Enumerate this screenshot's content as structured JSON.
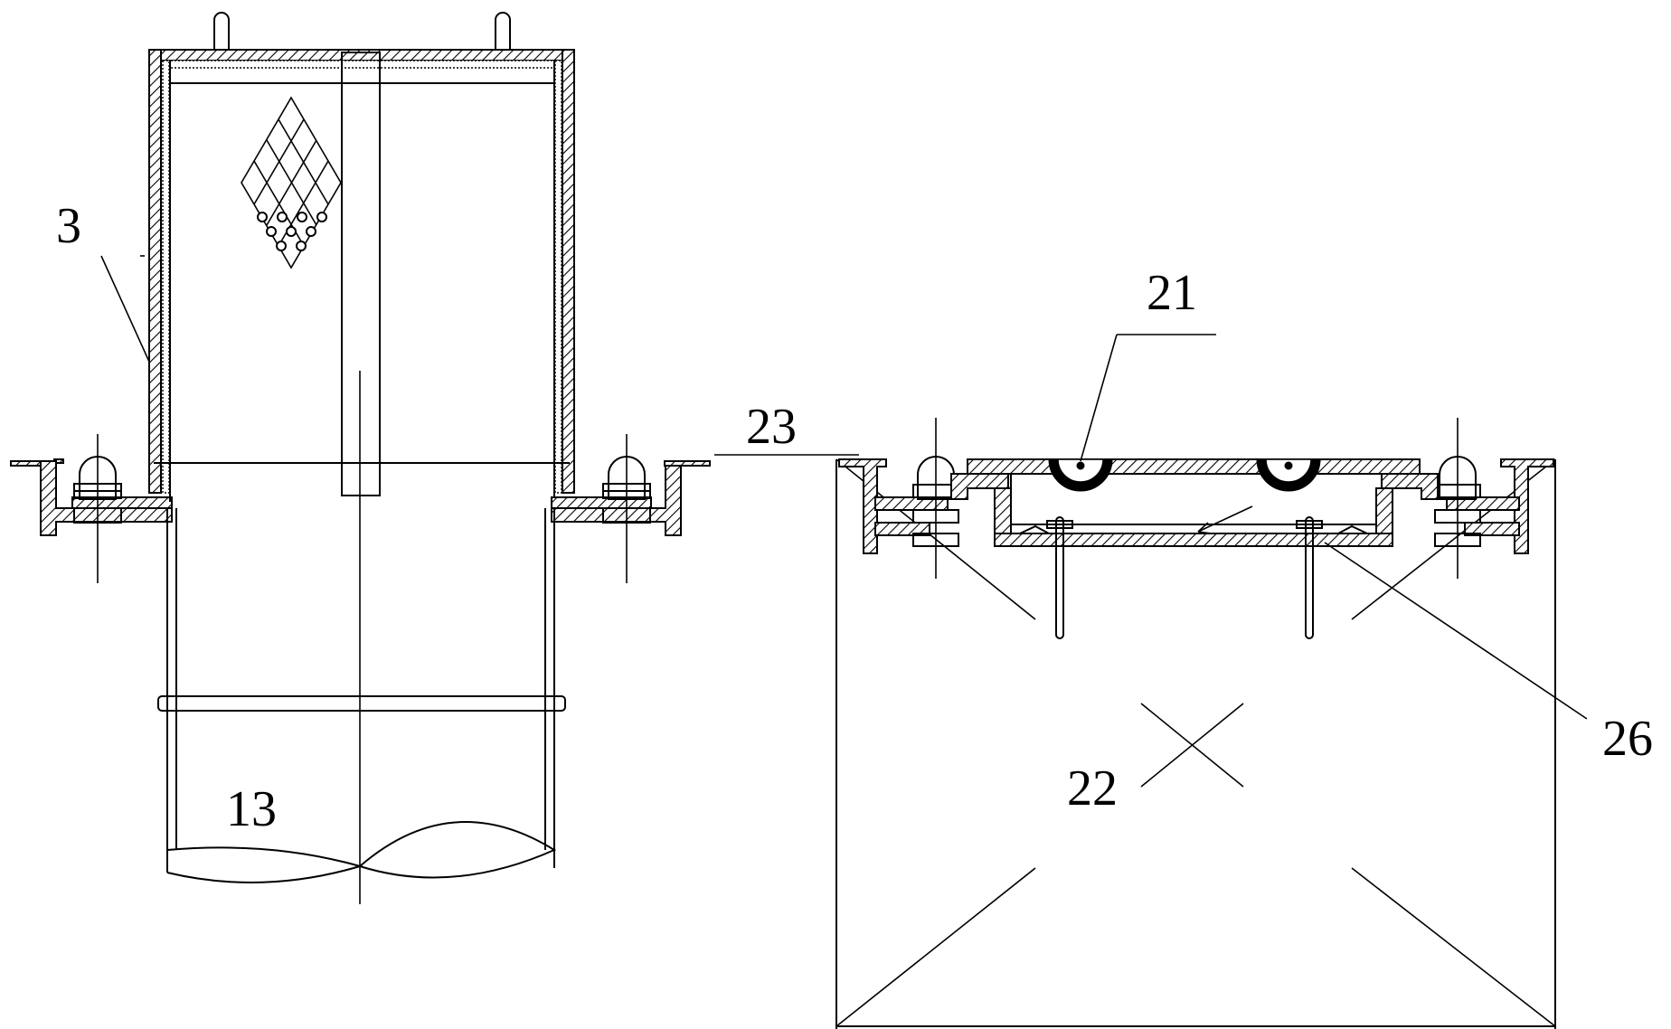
{
  "labels": {
    "part_3": "3",
    "part_13": "13",
    "part_21": "21",
    "part_22": "22",
    "part_23": "23",
    "part_26": "26"
  },
  "colors": {
    "line": "#000000",
    "background": "#ffffff"
  }
}
